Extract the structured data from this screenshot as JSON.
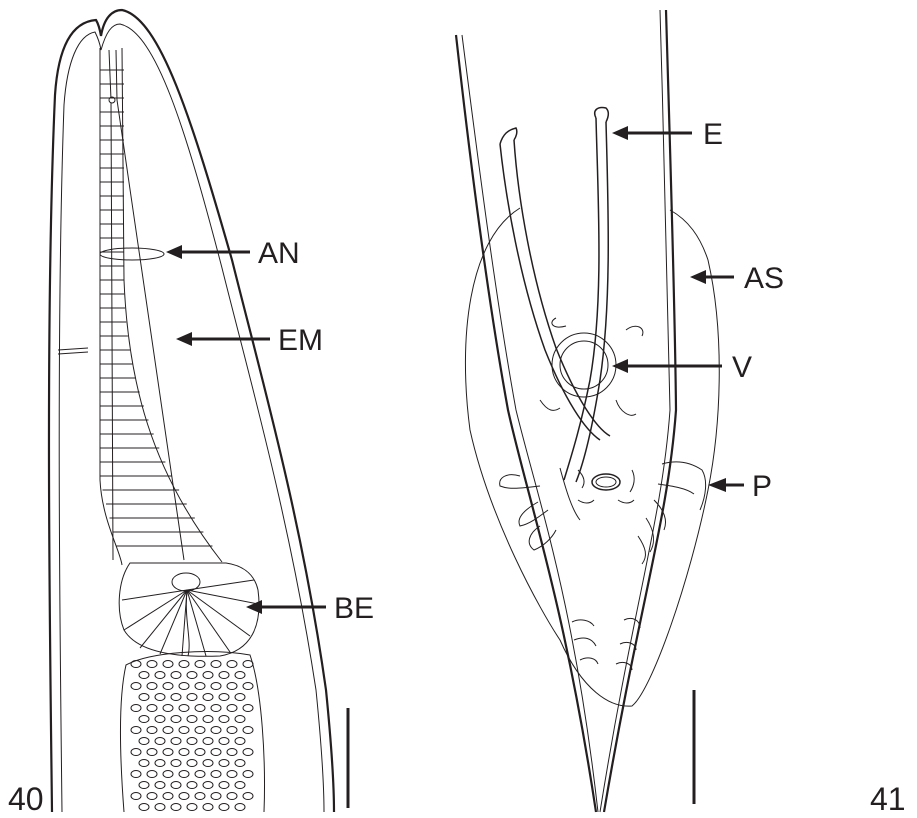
{
  "figures": [
    {
      "number": "40",
      "labels": [
        "AN",
        "EM",
        "BE"
      ]
    },
    {
      "number": "41",
      "labels": [
        "E",
        "AS",
        "V",
        "P"
      ]
    }
  ]
}
